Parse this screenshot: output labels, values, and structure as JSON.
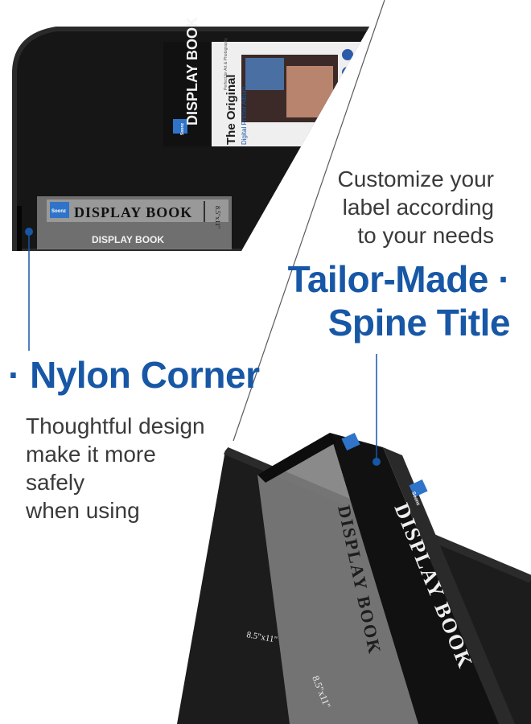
{
  "colors": {
    "accent": "#1757a6",
    "binder": "#161616",
    "binder_edge": "#2c2c2c",
    "text": "#3a3a3a"
  },
  "callouts": {
    "nylon_corner": {
      "bullet": "·",
      "title": "Nylon Corner",
      "description_lines": [
        "Thoughtful design",
        "make it more safely",
        "when using"
      ]
    },
    "spine_title": {
      "bullet": "·",
      "title_lines": [
        "Tailor-Made",
        "Spine Title"
      ],
      "description_lines": [
        "Customize your",
        "label according",
        "to your needs"
      ]
    }
  },
  "product_top": {
    "cover_label": {
      "heading": "DISPLAY BOOK",
      "tagline": "The Original",
      "subtitle": "Digital Printer Album",
      "side_note": "Perfect for Art & Photography",
      "brand": "Soonz"
    },
    "spine_label": {
      "brand": "Soonz",
      "title": "DISPLAY BOOK",
      "size": "8.5\"x11\"",
      "caption": "DISPLAY BOOK"
    }
  },
  "product_bottom": {
    "spine": {
      "brand": "Soonz",
      "title": "DISPLAY BOOK",
      "size": "8.5\"x11\""
    },
    "insert": {
      "title": "DISPLAY BOOK",
      "size": "8.5\"x11\""
    }
  }
}
